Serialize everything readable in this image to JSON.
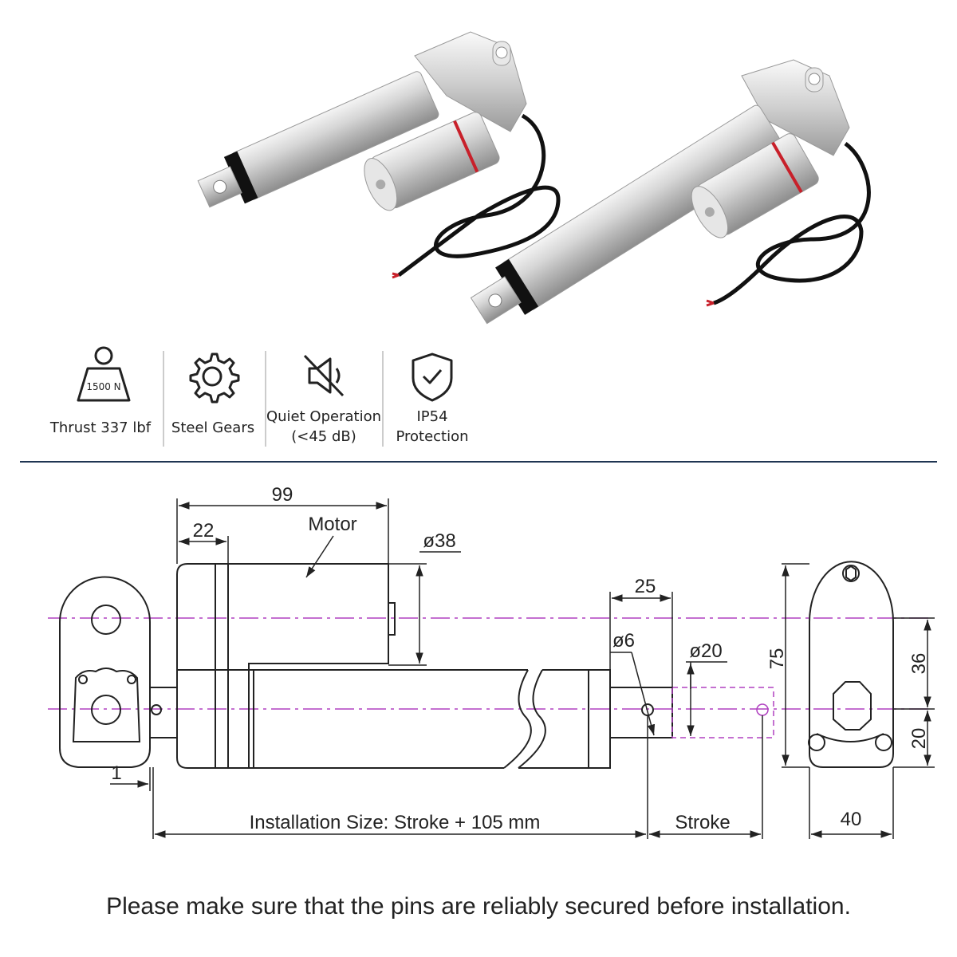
{
  "badges": [
    {
      "icon": "weight-icon",
      "icon_text": "1500 N",
      "label": "Thrust 337 lbf"
    },
    {
      "icon": "gear-icon",
      "label": "Steel Gears"
    },
    {
      "icon": "mute-icon",
      "label_line1": "Quiet Operation",
      "label_line2": "(<45 dB)"
    },
    {
      "icon": "shield-check-icon",
      "label_line1": "IP54",
      "label_line2": "Protection"
    }
  ],
  "drawing": {
    "motor_label": "Motor",
    "dim_99": "99",
    "dim_22": "22",
    "dim_38": "ø38",
    "dim_25": "25",
    "dim_6": "ø6",
    "dim_20dia": "ø20",
    "dim_75": "75",
    "dim_36": "36",
    "dim_20": "20",
    "dim_40": "40",
    "dim_1": "1",
    "install_size": "Installation Size: Stroke + 105 mm",
    "stroke": "Stroke"
  },
  "footer_note": "Please make sure that the pins are reliably secured before installation.",
  "colors": {
    "centerline": "#b040c0",
    "separator": "#1f3552",
    "red_ring": "#c8202a"
  }
}
